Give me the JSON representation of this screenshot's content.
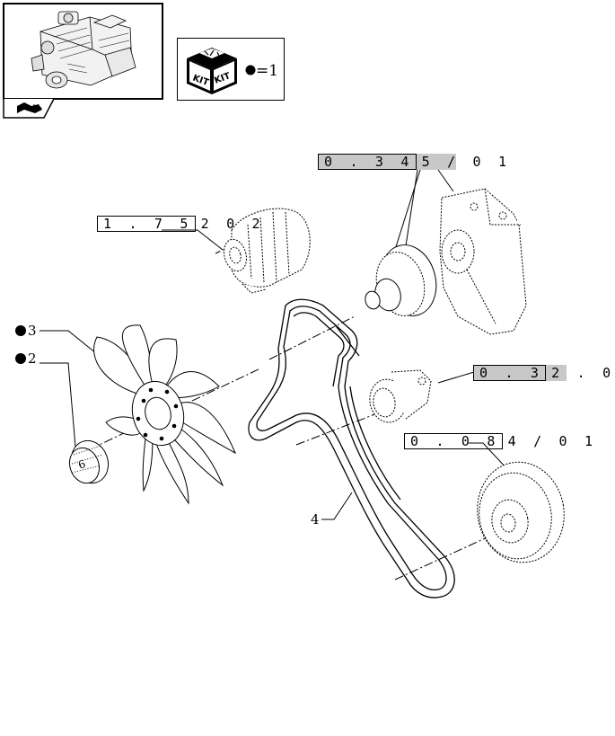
{
  "kit_legend": {
    "kit_word_left": "KIT",
    "kit_word_right": "KIT",
    "equals_qty": "=1"
  },
  "references": [
    {
      "id": "ref-0-34-5-01",
      "boxed": "0 . 3 4",
      "tail": "5 / 0 1"
    },
    {
      "id": "ref-1-75-2-02",
      "boxed": "1 . 7 5",
      "tail": "2  0 2"
    },
    {
      "id": "ref-0-32-0",
      "boxed": "0 . 3",
      "tail": "2 . 0"
    },
    {
      "id": "ref-0-08-4-01",
      "boxed": "0 . 0 8",
      "tail": "4 / 0 1"
    }
  ],
  "callouts": [
    {
      "id": "3",
      "label": "3",
      "kit_marker": true
    },
    {
      "id": "2",
      "label": "2",
      "kit_marker": true
    },
    {
      "id": "4",
      "label": "4",
      "kit_marker": false
    }
  ],
  "parts": {
    "fan_hub_mark": "6"
  },
  "colors": {
    "line": "#000000",
    "highlight": "#c8c8c8",
    "paper": "#ffffff"
  }
}
